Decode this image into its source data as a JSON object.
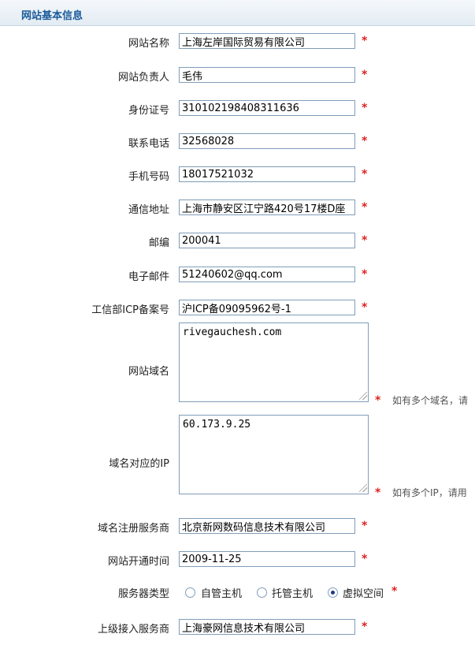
{
  "header": {
    "title": "网站基本信息"
  },
  "required_mark": "*",
  "fields": [
    {
      "label": "网站名称",
      "value": "上海左岸国际贸易有限公司"
    },
    {
      "label": "网站负责人",
      "value": "毛伟"
    },
    {
      "label": "身份证号",
      "value": "310102198408311636"
    },
    {
      "label": "联系电话",
      "value": "32568028"
    },
    {
      "label": "手机号码",
      "value": "18017521032"
    },
    {
      "label": "通信地址",
      "value": "上海市静安区江宁路420号17楼D座"
    },
    {
      "label": "邮编",
      "value": "200041"
    },
    {
      "label": "电子邮件",
      "value": "51240602@qq.com"
    },
    {
      "label": "工信部ICP备案号",
      "value": "沪ICP备09095962号-1"
    }
  ],
  "domain": {
    "label": "网站域名",
    "value": "rivegauchesh.com",
    "hint": "如有多个域名，请"
  },
  "ip": {
    "label": "域名对应的IP",
    "value": "60.173.9.25",
    "hint": "如有多个IP，请用"
  },
  "registrar": {
    "label": "域名注册服务商",
    "value": "北京新网数码信息技术有限公司"
  },
  "open_date": {
    "label": "网站开通时间",
    "value": "2009-11-25"
  },
  "server_type": {
    "label": "服务器类型",
    "options": [
      "自管主机",
      "托管主机",
      "虚拟空间"
    ],
    "selected": "虚拟空间"
  },
  "upstream": {
    "label": "上级接入服务商",
    "value": "上海豪网信息技术有限公司"
  }
}
